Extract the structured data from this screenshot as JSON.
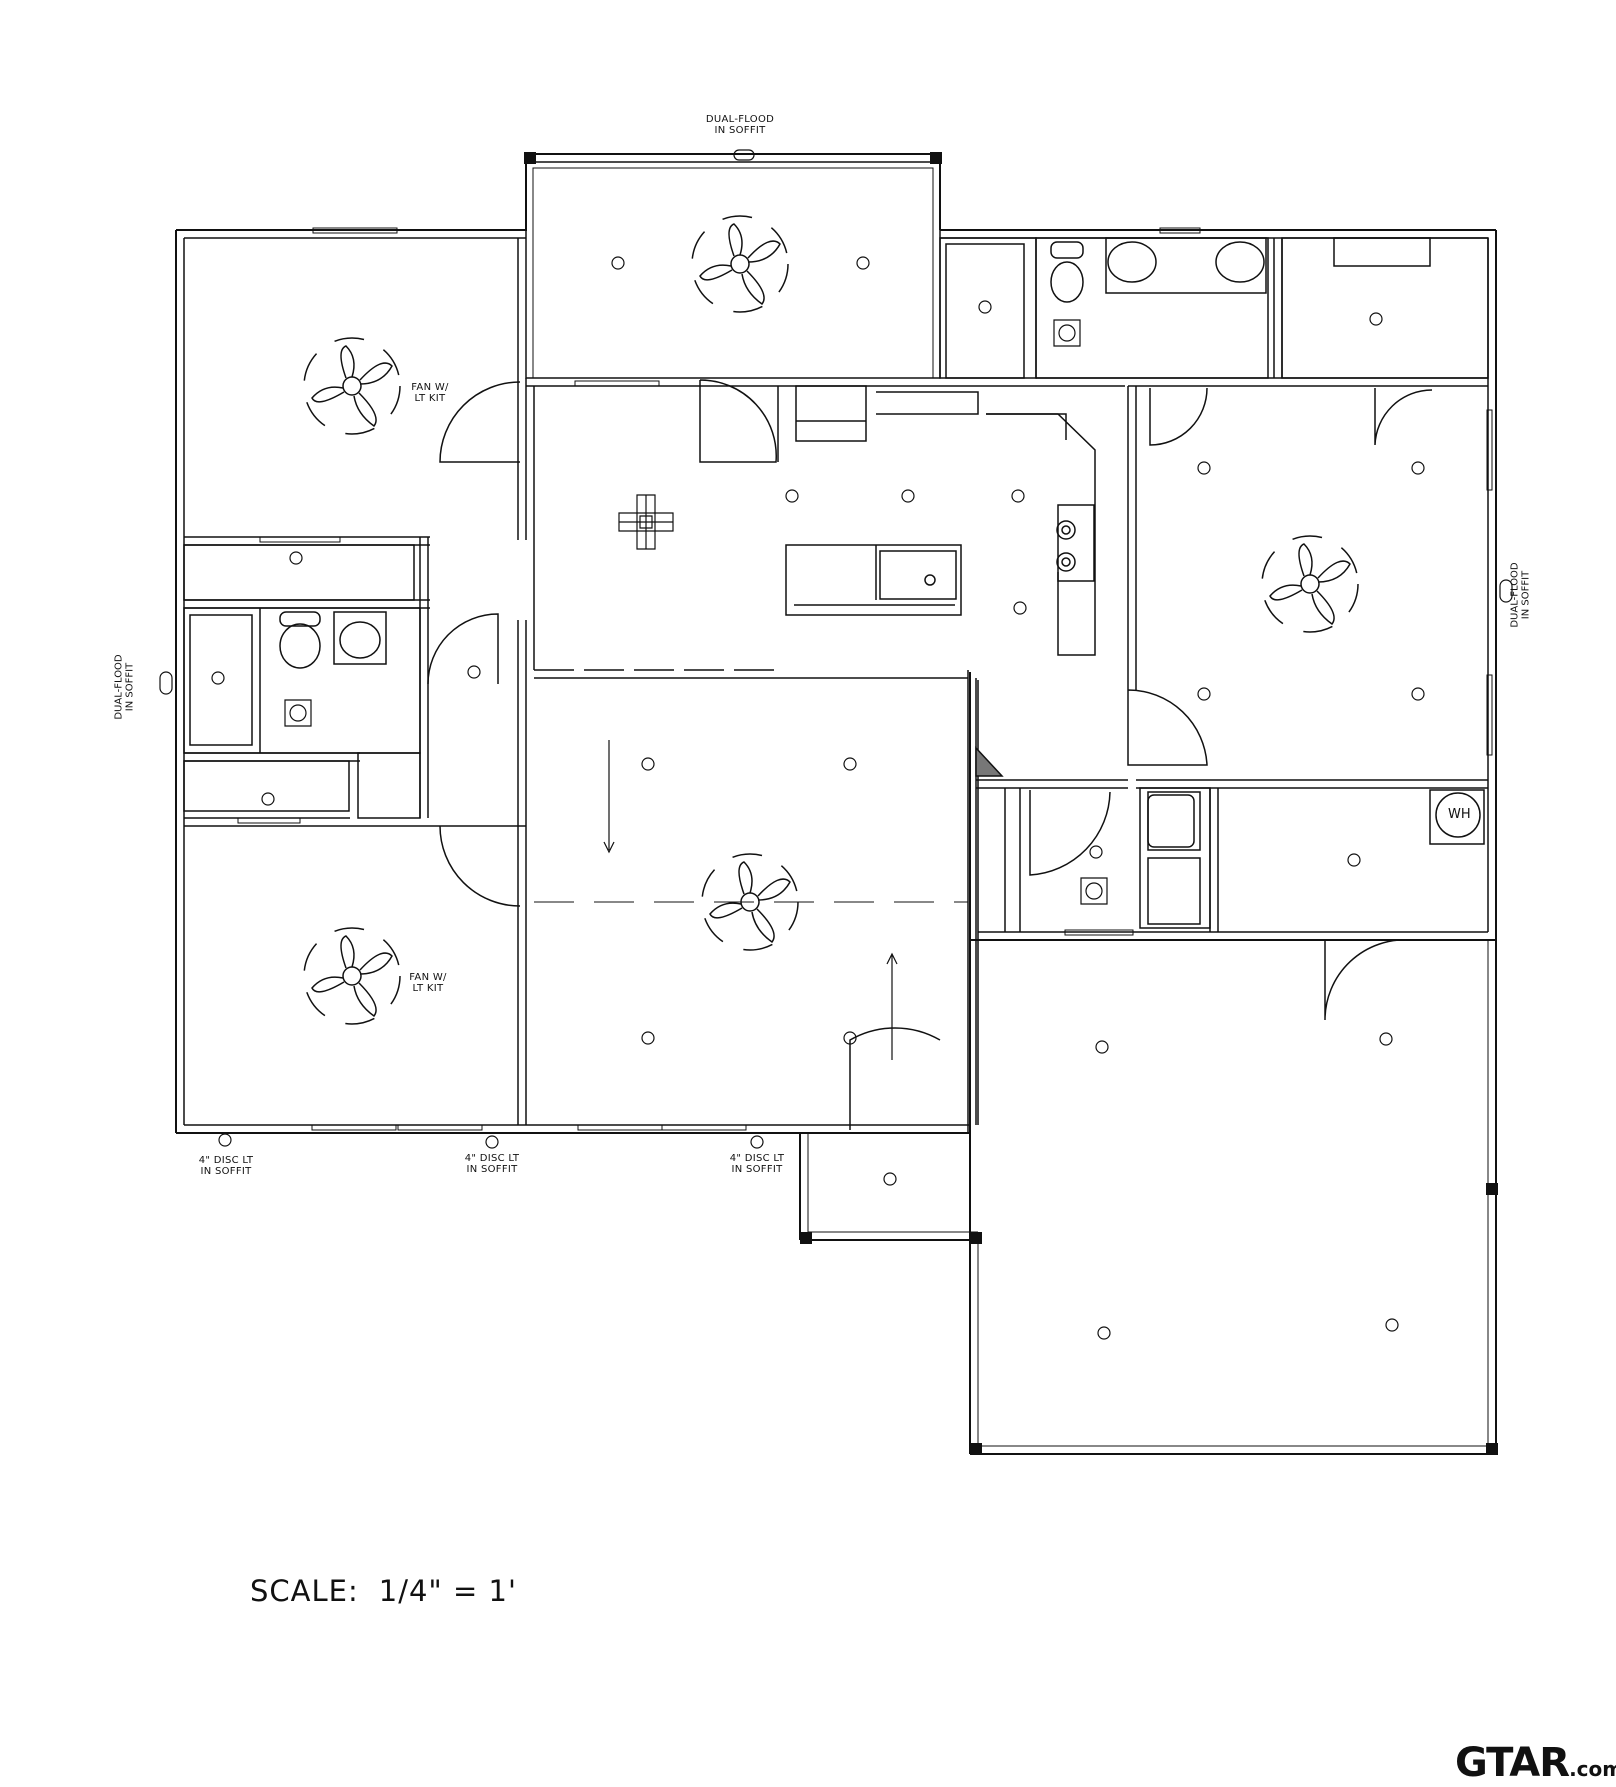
{
  "notes": {
    "dual_flood_top": [
      "DUAL-FLOOD",
      "IN SOFFIT"
    ],
    "dual_flood_left": [
      "DUAL-FLOOD",
      "IN SOFFIT"
    ],
    "dual_flood_right": [
      "DUAL-FLOOD",
      "IN SOFFIT"
    ],
    "fan_bedroom_top": [
      "FAN W/",
      "LT KIT"
    ],
    "fan_bedroom_bottom": [
      "FAN W/",
      "LT KIT"
    ],
    "disc_light_1": [
      "4\" DISC LT",
      "IN SOFFIT"
    ],
    "disc_light_2": [
      "4\" DISC LT",
      "IN SOFFIT"
    ],
    "disc_light_3": [
      "4\" DISC LT",
      "IN SOFFIT"
    ],
    "water_heater": "WH"
  },
  "scale": {
    "label": "SCALE:",
    "value": "1/4\" = 1'"
  },
  "logo": {
    "main": "GTAR",
    "suffix": ".com"
  }
}
